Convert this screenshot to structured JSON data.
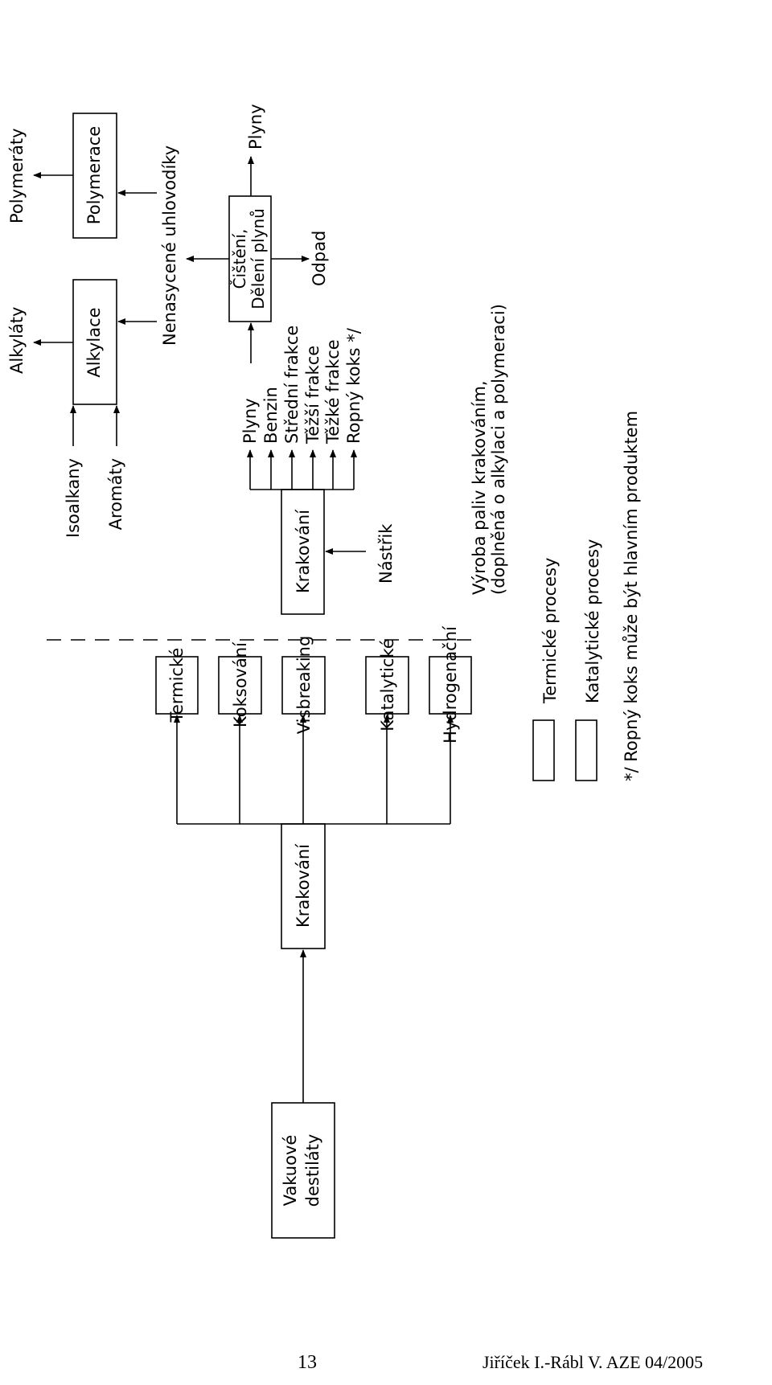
{
  "left": {
    "source": {
      "line1": "Vakuové",
      "line2": "destiláty"
    },
    "center": "Krakování",
    "branches": [
      "Termické",
      "Koksování",
      "Visbreaking",
      "Katalytické",
      "Hydrogenační"
    ]
  },
  "right": {
    "alkylation": {
      "box": "Alkylace",
      "inputs": [
        "Isoalkany",
        "Aromáty"
      ],
      "output": "Alkyláty"
    },
    "polymerization": {
      "box": "Polymerace",
      "output": "Polymeráty"
    },
    "unsaturated": "Nenasycené uhlovodíky",
    "gas_treatment": {
      "line1": "Čištění,",
      "line2": "Dělení plynů",
      "outputs": [
        "Plyny",
        "Odpad"
      ]
    },
    "cracking": {
      "box": "Krakování",
      "feed": "Nástřik",
      "products": [
        "Plyny",
        "Benzin",
        "Střední frakce",
        "Těžší frakce",
        "Těžké frakce",
        "Ropný koks */"
      ]
    },
    "caption": {
      "line1": "Výroba paliv krakováním,",
      "line2": "(doplněná o alkylaci a polymeraci)"
    }
  },
  "legend": {
    "thermal": "Termické procesy",
    "catalytic": "Katalytické procesy",
    "note": "*/  Ropný koks může být hlavním produktem"
  },
  "footer": {
    "page": "13",
    "credit": "Jiříček I.-Rábl V. AZE 04/2005"
  }
}
